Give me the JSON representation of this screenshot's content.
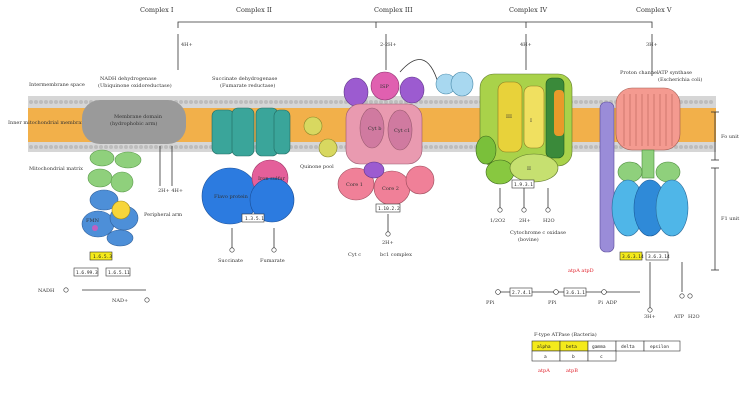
{
  "complexes": [
    "Complex I",
    "Complex II",
    "Complex III",
    "Complex IV",
    "Complex V"
  ],
  "proton_labels": {
    "c1": "4H+",
    "c3": "2-2H+",
    "c4": "4H+",
    "c5": "3H+"
  },
  "left_labels": {
    "inter": "Intermembrane space",
    "inner": "Inner mitochondrial membrane",
    "matrix": "Mitochondrial matrix"
  },
  "right_labels": {
    "fo": "Fo unit",
    "f1": "F1 unit"
  },
  "c1": {
    "title1": "NADH dehydrogenase",
    "title2": "(Ubiquinone oxidoreductase)",
    "membrane": "Membrane domain",
    "membrane2": "(hydrophobic arm)",
    "peripheral": "Peripheral arm",
    "fmn": "FMN",
    "nadh": "NADH",
    "nad": "NAD+",
    "h": "2H+ 4H+",
    "ecs": [
      "1.6.5.3",
      "1.6.99.3",
      "1.6.5.11"
    ]
  },
  "c2": {
    "title1": "Succinate dehydrogenase",
    "title2": "(Fumarate reductase)",
    "flavo": "Flavo protein",
    "iron": "Iron sulfur",
    "ec": "1.3.5.1",
    "quinone": "Quinone pool",
    "succinate": "Succinate",
    "fumarate": "Fumarate"
  },
  "c3": {
    "ec": "1.10.2.2",
    "h": "2H+",
    "cyt": "Cyt c",
    "note": "bc1 complex",
    "subs": [
      "ISP",
      "Cyt b",
      "Cyt c1",
      "Core 1",
      "Core 2"
    ]
  },
  "c4": {
    "ec": "1.9.3.1",
    "o2": "1/2O2",
    "h": "2H+",
    "h2o": "H2O",
    "title": "Cytochrome c oxidase",
    "sub": "(bovine)",
    "subs": [
      "III",
      "I",
      "II"
    ]
  },
  "c5": {
    "title1": "ATP synthase",
    "title2": "(Escherichia coli)",
    "proton": "Proton channel",
    "ecs": [
      "3.6.3.14",
      "3.6.3.14"
    ],
    "pi": "Pi",
    "adp": "ADP",
    "atp": "ATP",
    "h2o": "H2O",
    "red": "atpA atpD",
    "ppi_label": "PPi",
    "ppi_ecs": [
      "2.7.4.1",
      "3.6.1.1"
    ]
  },
  "atpase_table": {
    "title": "F-type ATPase (Bacteria)",
    "headers": [
      "alpha",
      "beta",
      "gamma",
      "delta",
      "epsilon"
    ],
    "row": [
      "a",
      "b",
      "c"
    ],
    "red": [
      "atpA",
      "atpB"
    ]
  },
  "colors": {
    "membrane": "#f2b04a",
    "membrane_dots": "#c8c8c8",
    "c1_gray": "#9a9a9a",
    "c1_green": "#8fd07c",
    "c1_blue": "#4d8fd8",
    "c2_teal": "#3aa59a",
    "c2_blue": "#2c7be0",
    "c3_pink": "#e99ab0",
    "c3_purple": "#9c5bd0",
    "c4_green": "#a9d24a",
    "c4_yellow": "#e8d23a",
    "c5_salmon": "#f49a90",
    "c5_blue": "#4fb6e8",
    "highlight": "#f4ea1b"
  }
}
